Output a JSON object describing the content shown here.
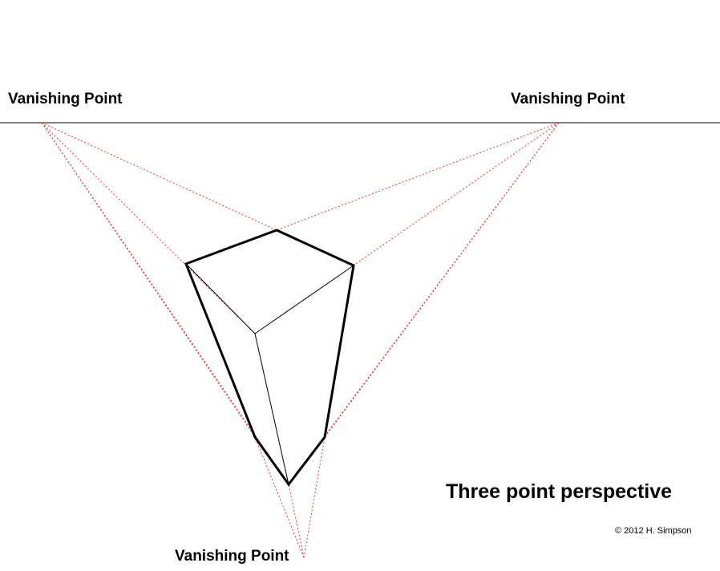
{
  "labels": {
    "vp_left": "Vanishing Point",
    "vp_right": "Vanishing Point",
    "vp_bottom": "Vanishing Point",
    "title": "Three point perspective",
    "copyright": "© 2012 H. Simpson"
  },
  "colors": {
    "construction_lines": "#e0201f",
    "object_edges": "#000000",
    "horizon": "#000000",
    "background": "#ffffff"
  }
}
